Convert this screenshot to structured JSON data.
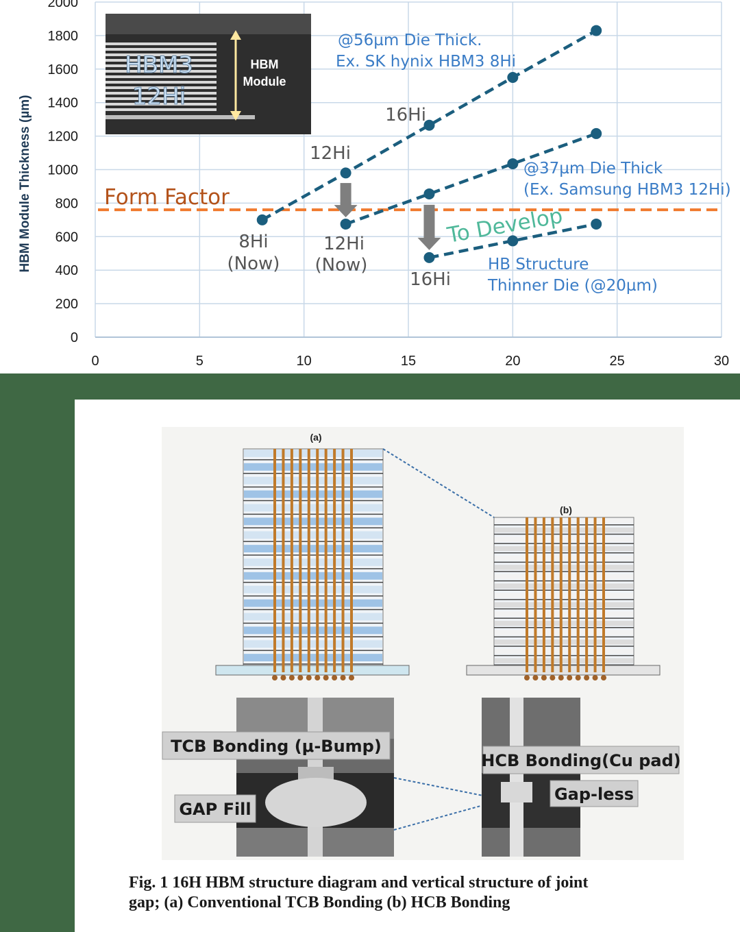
{
  "chart_data": {
    "type": "line",
    "ylabel": "HBM Module Thickness (µm)",
    "xlim": [
      0,
      30
    ],
    "ylim": [
      0,
      2000
    ],
    "x_ticks": [
      "0",
      "5",
      "10",
      "15",
      "20",
      "25",
      "30"
    ],
    "y_ticks": [
      "0",
      "200",
      "400",
      "600",
      "800",
      "1000",
      "1200",
      "1400",
      "1600",
      "1800",
      "2000"
    ],
    "grid": true,
    "reference_line": {
      "label": "Form Factor",
      "y": 760,
      "color": "#f07a2e"
    },
    "series": [
      {
        "points": [
          [
            8,
            700
          ],
          [
            12,
            980
          ],
          [
            16,
            1265
          ],
          [
            20,
            1550
          ],
          [
            24,
            1830
          ]
        ]
      },
      {
        "points": [
          [
            12,
            675
          ],
          [
            16,
            855
          ],
          [
            20,
            1035
          ],
          [
            24,
            1215
          ]
        ]
      },
      {
        "points": [
          [
            16,
            475
          ],
          [
            20,
            575
          ],
          [
            24,
            675
          ]
        ]
      }
    ],
    "series_labels": [
      {
        "line1": "@56µm Die  Thick.",
        "line2": "Ex. SK hynix HBM3 8Hi"
      },
      {
        "line1": "@37µm Die  Thick",
        "line2": "(Ex. Samsung HBM3 12Hi)"
      },
      {
        "line1": "HB Structure",
        "line2": "Thinner Die (@20µm)"
      }
    ],
    "point_labels": {
      "p8": {
        "line1": "8Hi",
        "line2": "(Now)"
      },
      "p12_top": "12Hi",
      "p16_top": "16Hi",
      "p12_mid": {
        "line1": "12Hi",
        "line2": "(Now)"
      },
      "p16_bot": "16Hi"
    },
    "to_develop": "To Develop",
    "inset": {
      "title_line1": "HBM3",
      "title_line2": "12Hi",
      "label_line1": "HBM",
      "label_line2": "Module"
    },
    "colors": {
      "line": "#1b5e7e",
      "grid": "#c8d8e8",
      "arrow": "#7f7f7f",
      "develop": "#4fb89a"
    }
  },
  "figure": {
    "panel_a": "(a)",
    "panel_b": "(b)",
    "tcb_label": "TCB Bonding (μ-Bump)",
    "gap_fill_label": "GAP Fill",
    "hcb_label": "HCB Bonding(Cu pad)",
    "gapless_label": "Gap-less",
    "caption_line1": "Fig. 1     16H HBM structure diagram and vertical structure of joint",
    "caption_line2": "gap; (a) Conventional TCB Bonding (b) HCB Bonding"
  }
}
